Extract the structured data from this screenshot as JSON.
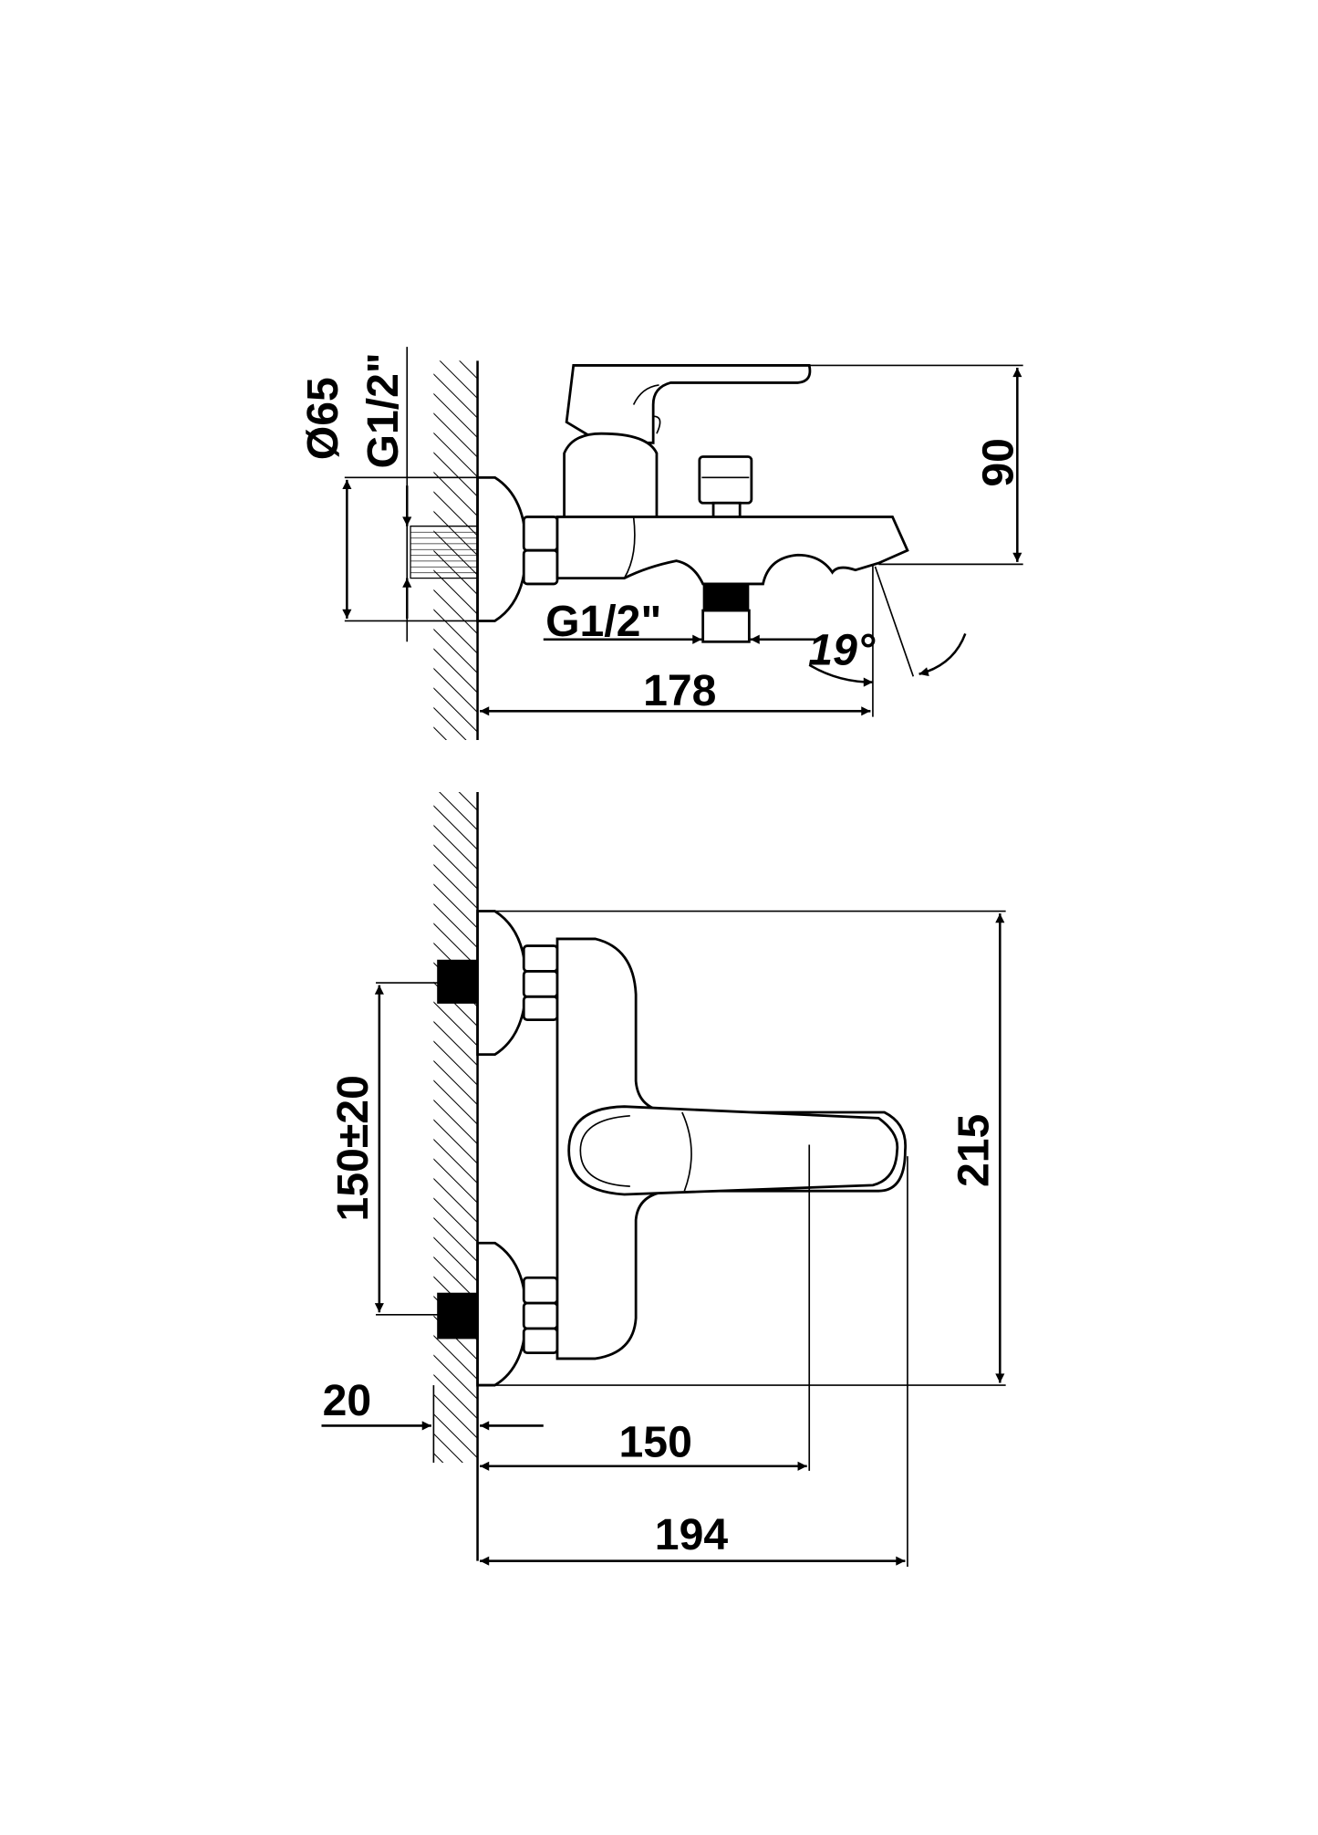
{
  "drawing": {
    "side_view": {
      "height_label": "90",
      "escutcheon_diameter_label": "Ø65",
      "inlet_thread_label": "G1/2\"",
      "outlet_thread_label": "G1/2\"",
      "spout_angle_label": "19°",
      "projection_label": "178"
    },
    "front_view": {
      "height_label": "215",
      "inlet_spacing_label": "150±20",
      "thread_length_label": "20",
      "handle_projection_label": "150",
      "total_projection_label": "194"
    }
  }
}
